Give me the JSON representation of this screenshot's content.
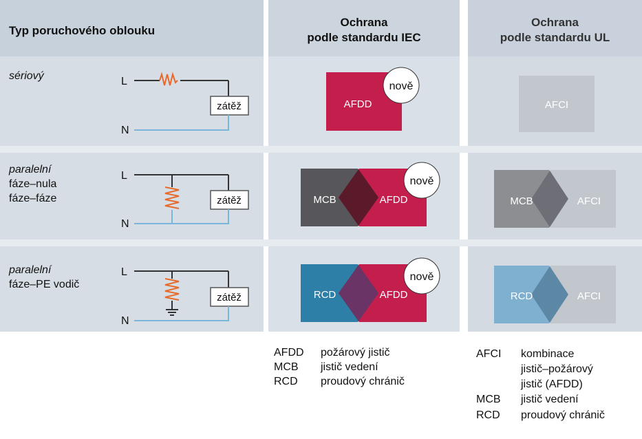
{
  "colors": {
    "panel_bg": "#d3dbe3",
    "panel_head": "#c6d0da",
    "afdd": "#c41f4c",
    "mcb": "#57565a",
    "rcd": "#2e7fa8",
    "ul_box": "#c1c7cd",
    "ul_mcb": "#8d8e92",
    "ul_rcd": "#7fb0cf",
    "wire_n": "#7ab6d9",
    "arc": "#e86a2a"
  },
  "header": {
    "type_title": "Typ poruchového oblouku",
    "iec_line1": "Ochrana",
    "iec_line2": "podle standardu IEC",
    "ul_line1": "Ochrana",
    "ul_line2": "podle standardu UL"
  },
  "rows": [
    {
      "lines": [
        "sériový"
      ],
      "italic": [
        true
      ],
      "L": "L",
      "N": "N",
      "load": "zátěž"
    },
    {
      "lines": [
        "paralelní",
        "fáze–nula",
        "fáze–fáze"
      ],
      "italic": [
        true,
        false,
        false
      ],
      "L": "L",
      "N": "N",
      "load": "zátěž"
    },
    {
      "lines": [
        "paralelní",
        "fáze–PE vodič"
      ],
      "italic": [
        true,
        false
      ],
      "L": "L",
      "N": "N",
      "load": "zátěž"
    }
  ],
  "iec": {
    "badge": "nově",
    "afdd": "AFDD",
    "mcb": "MCB",
    "rcd": "RCD"
  },
  "ul": {
    "afci": "AFCI",
    "mcb": "MCB",
    "rcd": "RCD"
  },
  "legend_iec": [
    {
      "abbr": "AFDD",
      "desc": "požárový jistič"
    },
    {
      "abbr": "MCB",
      "desc": "jistič vedení"
    },
    {
      "abbr": "RCD",
      "desc": "proudový chránič"
    }
  ],
  "legend_ul": [
    {
      "abbr": "AFCI",
      "desc": [
        "kombinace",
        "jistič–požárový",
        "jistič (AFDD)"
      ]
    },
    {
      "abbr": "MCB",
      "desc": [
        "jistič vedení"
      ]
    },
    {
      "abbr": "RCD",
      "desc": [
        "proudový chránič"
      ]
    }
  ]
}
